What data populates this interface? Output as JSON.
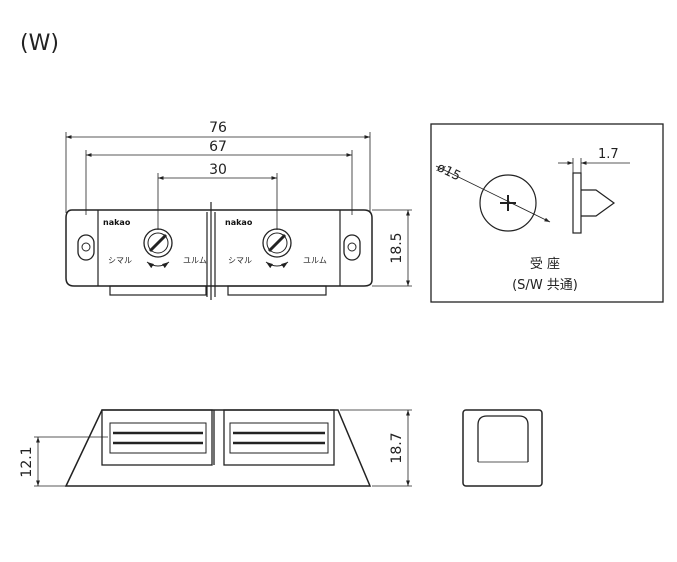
{
  "title": "(W)",
  "top_view": {
    "dim_overall": "76",
    "dim_mounting": "67",
    "dim_center": "30",
    "dim_height": "18.5",
    "brand_left": "nakao",
    "brand_right": "nakao",
    "adjust_tight_left": "シマル",
    "adjust_loose_left": "ユルム",
    "adjust_tight_right": "シマル",
    "adjust_loose_right": "ユルム"
  },
  "strike_plate": {
    "dim_diameter": "ø15",
    "dim_thickness": "1.7",
    "label_line1": "受 座",
    "label_line2": "(S/W 共通)"
  },
  "side_view": {
    "dim_inner_height": "12.1",
    "dim_overall_height": "18.7"
  }
}
